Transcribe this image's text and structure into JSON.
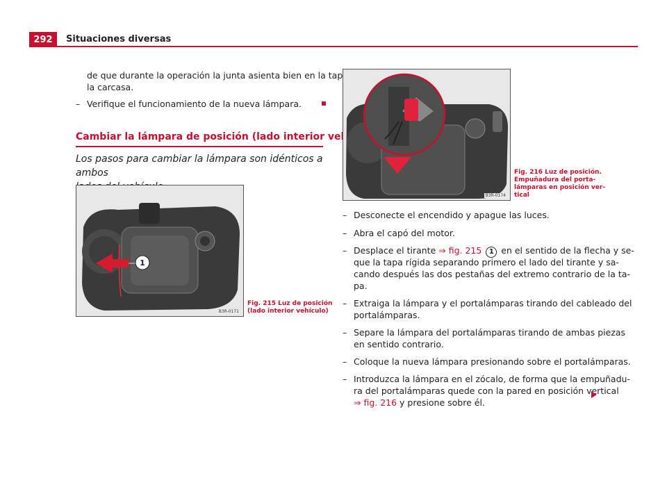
{
  "header": {
    "page_number": "292",
    "section": "Situaciones diversas"
  },
  "left": {
    "cont1": "de que durante la operación la junta asienta bien en la tapa de",
    "cont2": "la carcasa.",
    "verify": "Verifique el funcionamiento de la nueva lámpara.",
    "subhead": "Cambiar la lámpara de posición (lado interior vehículo)",
    "intro1": "Los pasos para cambiar la lámpara son idénticos a ambos",
    "intro2": "lados del vehículo.",
    "fig215": {
      "code": "B3R-0171",
      "caption1": "Fig. 215  Luz de posición",
      "caption2": "(lado interior vehículo)",
      "callout": "1"
    }
  },
  "right": {
    "fig216": {
      "code": "B3R-0174",
      "caption1": "Fig. 216  Luz de posición.",
      "caption2": "Empuñadura del porta-",
      "caption3": "lámparas en posición ver-",
      "caption4": "tical"
    },
    "steps": {
      "s1": "Desconecte el encendido y apague las luces.",
      "s2": "Abra el capó del motor.",
      "s3a_pre": "Desplace el tirante",
      "s3a_ref": "⇒ fig. 215",
      "s3a_num": "1",
      "s3a_post": "en el sentido de la flecha y se-",
      "s3b": "que la tapa rígida separando primero el lado del tirante y sa-",
      "s3c": "cando después las dos pestañas del extremo contrario de la ta-",
      "s3d": "pa.",
      "s4a": "Extraiga la lámpara y el portalámparas tirando del cableado del",
      "s4b": "portalámparas.",
      "s5a": "Separe la lámpara del portalámparas tirando de ambas piezas",
      "s5b": "en sentido contrario.",
      "s6": "Coloque la nueva lámpara presionando sobre el portalámparas.",
      "s7a": "Introduzca la lámpara en el zócalo, de forma que la empuñadu-",
      "s7b": "ra del portalámparas quede con la pared en posición vertical",
      "s7c_ref": "⇒ fig. 216",
      "s7c_post": "y presione sobre él."
    }
  },
  "dash": "–",
  "colors": {
    "accent": "#c8102e"
  }
}
